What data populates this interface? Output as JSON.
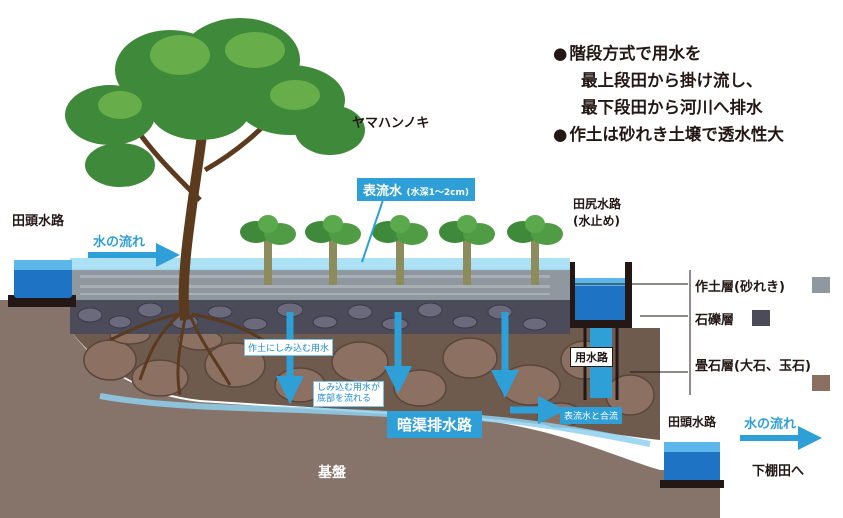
{
  "notes": {
    "line1": "階段方式で用水を",
    "line2": "最上段田から掛け流し、",
    "line3": "最下段田から河川へ排水",
    "line4": "作土は砂れき土壌で透水性大"
  },
  "labels": {
    "tree": "ヤマハンノキ",
    "inlet_left": "田頭水路",
    "flow_left": "水の流れ",
    "surface_water": "表流水",
    "surface_water_note": "(水深1～2cm)",
    "outlet": "田尻水路",
    "outlet_sub": "(水止め)",
    "layer_topsoil": "作土層(砂れき)",
    "layer_gravel": "石礫層",
    "layer_stone": "畳石層(大石、玉石)",
    "channel": "用水路",
    "seep1": "作土にしみ込む用水",
    "seep2_l1": "しみ込む用水が",
    "seep2_l2": "底部を流れる",
    "drain": "暗渠排水路",
    "merge": "表流水と合流",
    "inlet_right": "田頭水路",
    "flow_right": "水の流れ",
    "down": "下棚田へ",
    "bedrock": "基盤"
  },
  "colors": {
    "water": "#2f9fd8",
    "bedrock": "#867369",
    "stone": "#8b6f60",
    "gravel": "#5f5f6e",
    "topsoil": "#9fa8ad",
    "leaf": "#3f8a3a"
  }
}
